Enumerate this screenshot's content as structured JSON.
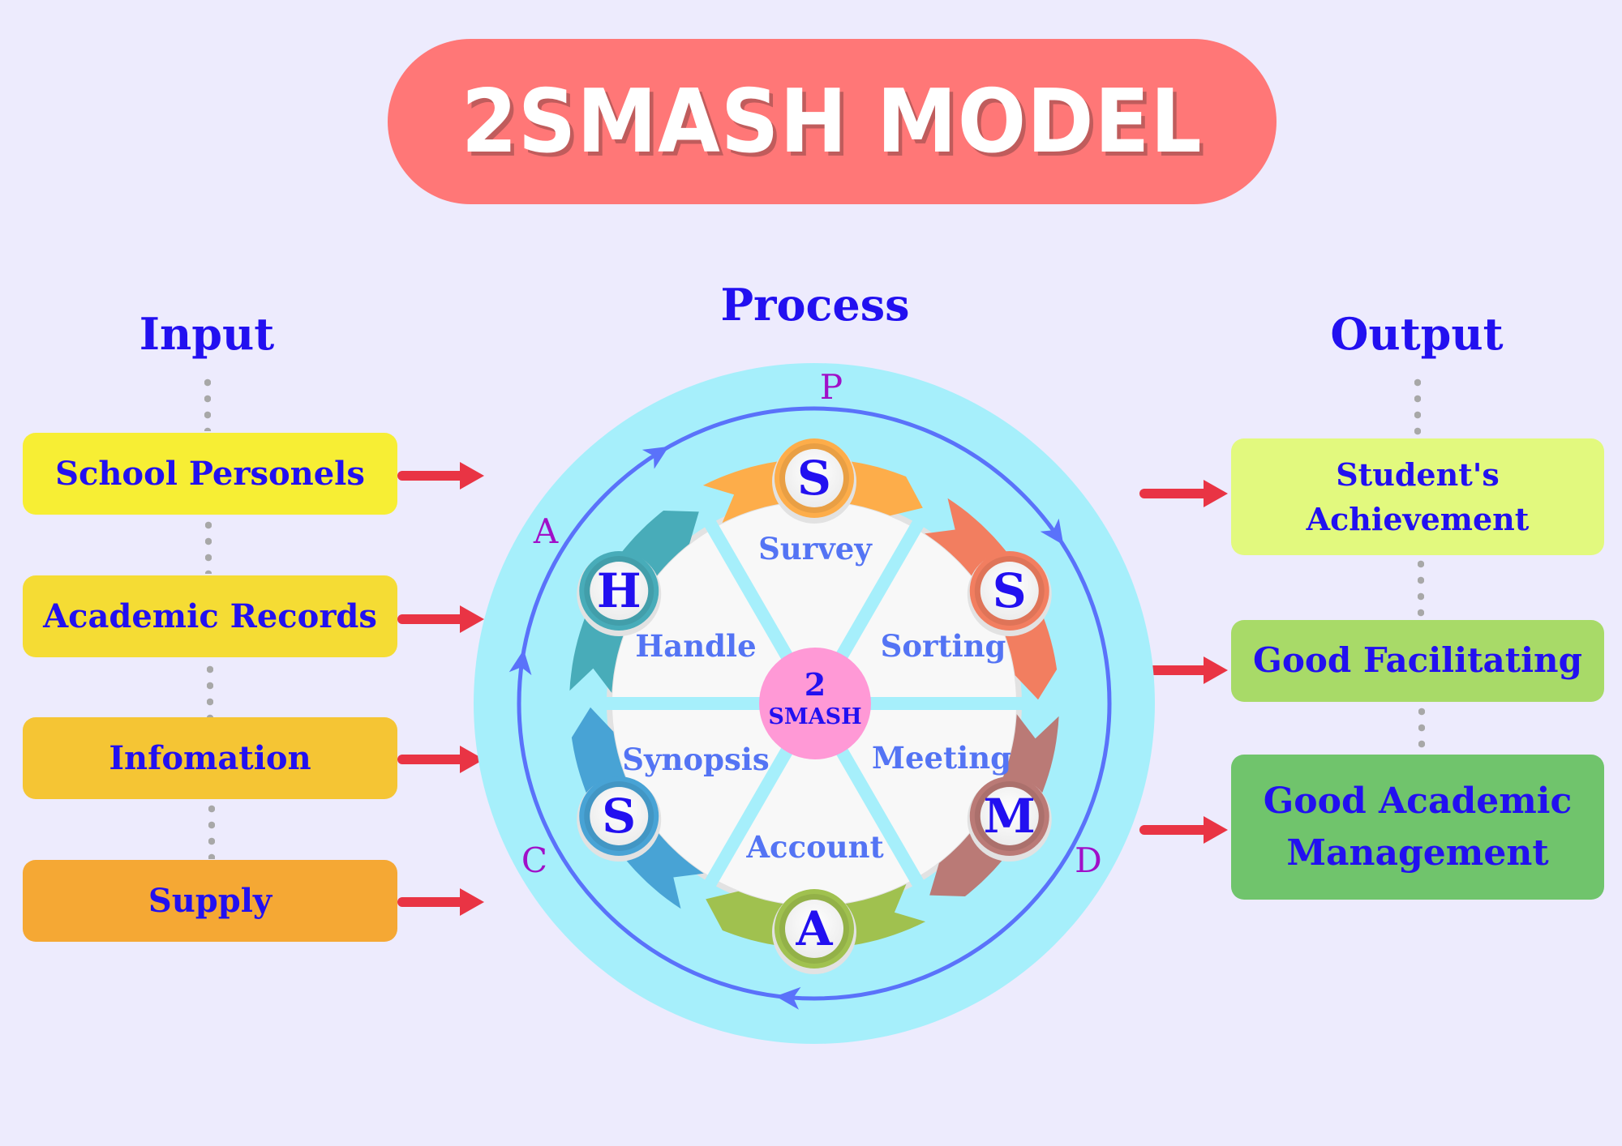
{
  "title": "2SMASH MODEL",
  "columns": {
    "input": "Input",
    "process": "Process",
    "output": "Output"
  },
  "inputs": [
    {
      "label": "School Personels",
      "color": "#F7EE34"
    },
    {
      "label": "Academic Records",
      "color": "#F5DC34"
    },
    {
      "label": "Infomation",
      "color": "#F5C534"
    },
    {
      "label": "Supply",
      "color": "#F5A834"
    }
  ],
  "outputs": [
    {
      "label": "Student's Achievement",
      "lines": [
        "Student's",
        "Achievement"
      ],
      "color": "#E2F97E"
    },
    {
      "label": "Good Facilitating",
      "lines": [
        "Good Facilitating"
      ],
      "color": "#A8DA68"
    },
    {
      "label": "Good Academic Management",
      "lines": [
        "Good Academic",
        "Management"
      ],
      "color": "#70C46C"
    }
  ],
  "process": {
    "center": {
      "line1": "2",
      "line2": "SMASH",
      "color": "#FF99D6"
    },
    "cycle_letters": [
      "P",
      "D",
      "C",
      "A"
    ],
    "steps": [
      {
        "letter": "S",
        "name": "Survey",
        "color": "#FDAD4A"
      },
      {
        "letter": "S",
        "name": "Sorting",
        "color": "#F27E60"
      },
      {
        "letter": "M",
        "name": "Meeting",
        "color": "#BA7A76"
      },
      {
        "letter": "A",
        "name": "Account",
        "color": "#A0C14F"
      },
      {
        "letter": "S",
        "name": "Synopsis",
        "color": "#48A3D5"
      },
      {
        "letter": "H",
        "name": "Handle",
        "color": "#48ACB9"
      }
    ]
  },
  "colors": {
    "background": "#EDEBFD",
    "title_pill": "#FF7777",
    "text_primary": "#2210F0",
    "step_label": "#5474F4",
    "cycle_letter": "#A010C8",
    "ring_outer": "#A6EFFB",
    "ring_arrow": "#5A72FA",
    "flow_arrow": "#E93444"
  }
}
